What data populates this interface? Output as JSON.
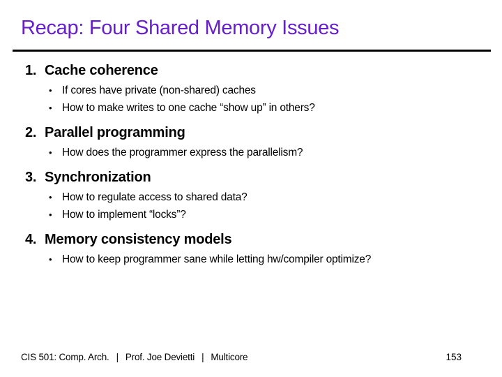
{
  "slide": {
    "title": "Recap: Four Shared Memory Issues",
    "bullet_char": "•",
    "items": [
      {
        "number": "1.",
        "heading": "Cache coherence",
        "bullets": [
          "If cores have private (non-shared) caches",
          "How to make writes to one cache “show up” in others?"
        ]
      },
      {
        "number": "2.",
        "heading": "Parallel programming",
        "bullets": [
          "How does the programmer express the parallelism?"
        ]
      },
      {
        "number": "3.",
        "heading": "Synchronization",
        "bullets": [
          "How to regulate access to shared data?",
          "How to implement “locks”?"
        ]
      },
      {
        "number": "4.",
        "heading": "Memory consistency models",
        "bullets": [
          "How to keep programmer sane while letting hw/compiler optimize?"
        ]
      }
    ],
    "footer": {
      "course": "CIS 501: Comp. Arch.",
      "separator": "|",
      "author": "Prof. Joe Devietti",
      "topic": "Multicore",
      "page_number": "153"
    },
    "colors": {
      "title": "#661FCC",
      "text": "#000000",
      "rule": "#000000",
      "background": "#FFFFFF"
    }
  }
}
